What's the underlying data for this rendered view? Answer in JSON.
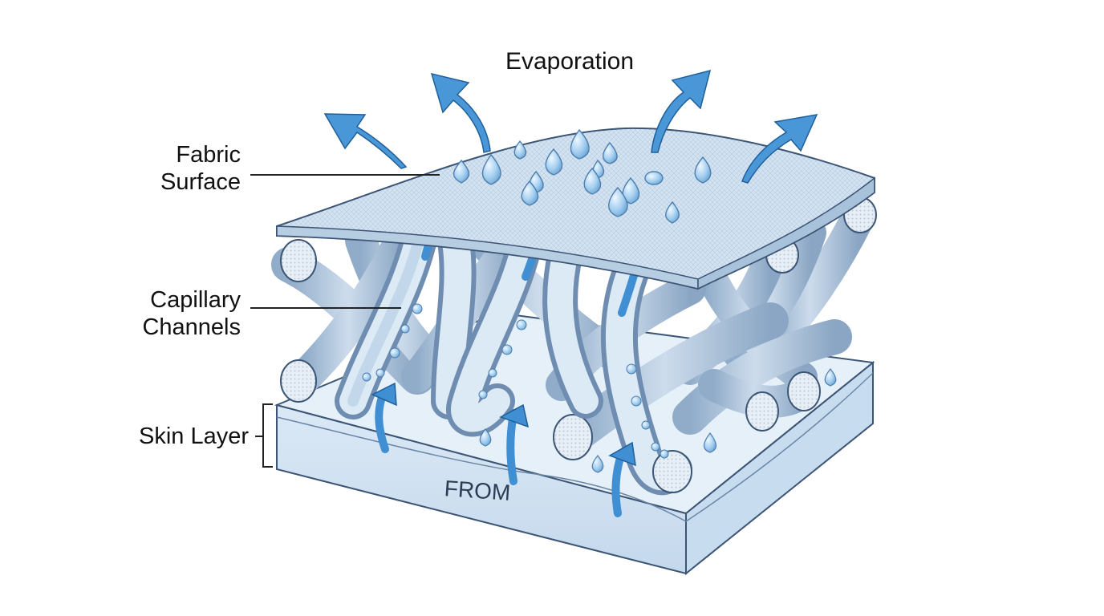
{
  "title": "Evaporation",
  "labels": {
    "fabric_line1": "Fabric",
    "fabric_line2": "Surface",
    "capillary_line1": "Capillary",
    "capillary_line2": "Channels",
    "skin": "Skin Layer"
  },
  "skin_text": "FROM",
  "colors": {
    "arrow": "#3f8fd2",
    "arrow_dark": "#1f5f9a",
    "fabric_top": "#d4e3f1",
    "fiber": "#b2c8de",
    "fiber_dark": "#6f8db0",
    "skin_top": "#e3eef8",
    "skin_side": "#cfe0f0",
    "droplet": "#a8d2f2",
    "outline": "#3c5575"
  }
}
